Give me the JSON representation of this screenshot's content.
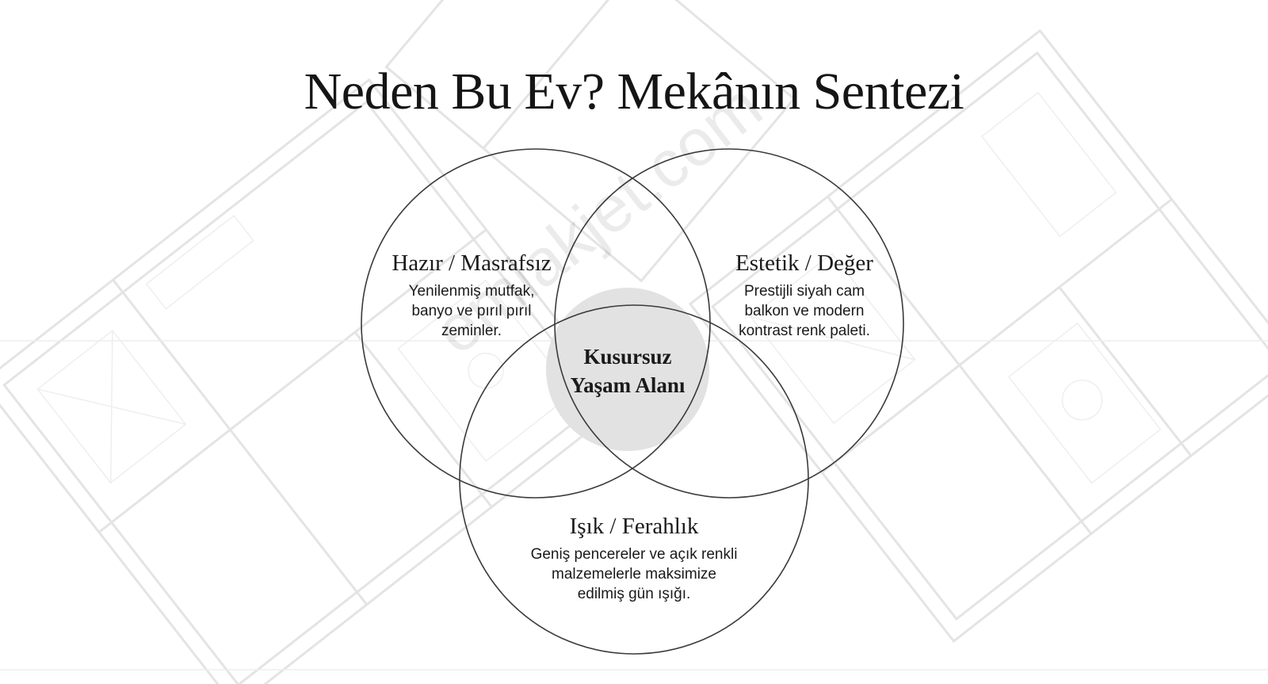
{
  "title": "Neden Bu Ev? Mekânın Sentezi",
  "diagram": {
    "sets": [
      {
        "id": "left",
        "heading": "Hazır / Masrafsız",
        "description": [
          "Yenilenmiş mutfak,",
          "banyo ve pırıl pırıl",
          "zeminler."
        ]
      },
      {
        "id": "right",
        "heading": "Estetik / Değer",
        "description": [
          "Prestijli siyah cam",
          "balkon ve modern",
          "kontrast renk paleti."
        ]
      },
      {
        "id": "bottom",
        "heading": "Işık / Ferahlık",
        "description": [
          "Geniş pencereler ve açık renkli",
          "malzemelerle maksimize",
          "edilmiş gün ışığı."
        ]
      }
    ],
    "intersection": [
      "Kusursuz",
      "Yaşam Alanı"
    ]
  },
  "watermark": "emlakjet.com",
  "colors": {
    "text": "#151515",
    "circle_stroke": "#3a3a3a",
    "center_fill": "#e2e2e2",
    "background_lines": "#e6e6e6"
  }
}
